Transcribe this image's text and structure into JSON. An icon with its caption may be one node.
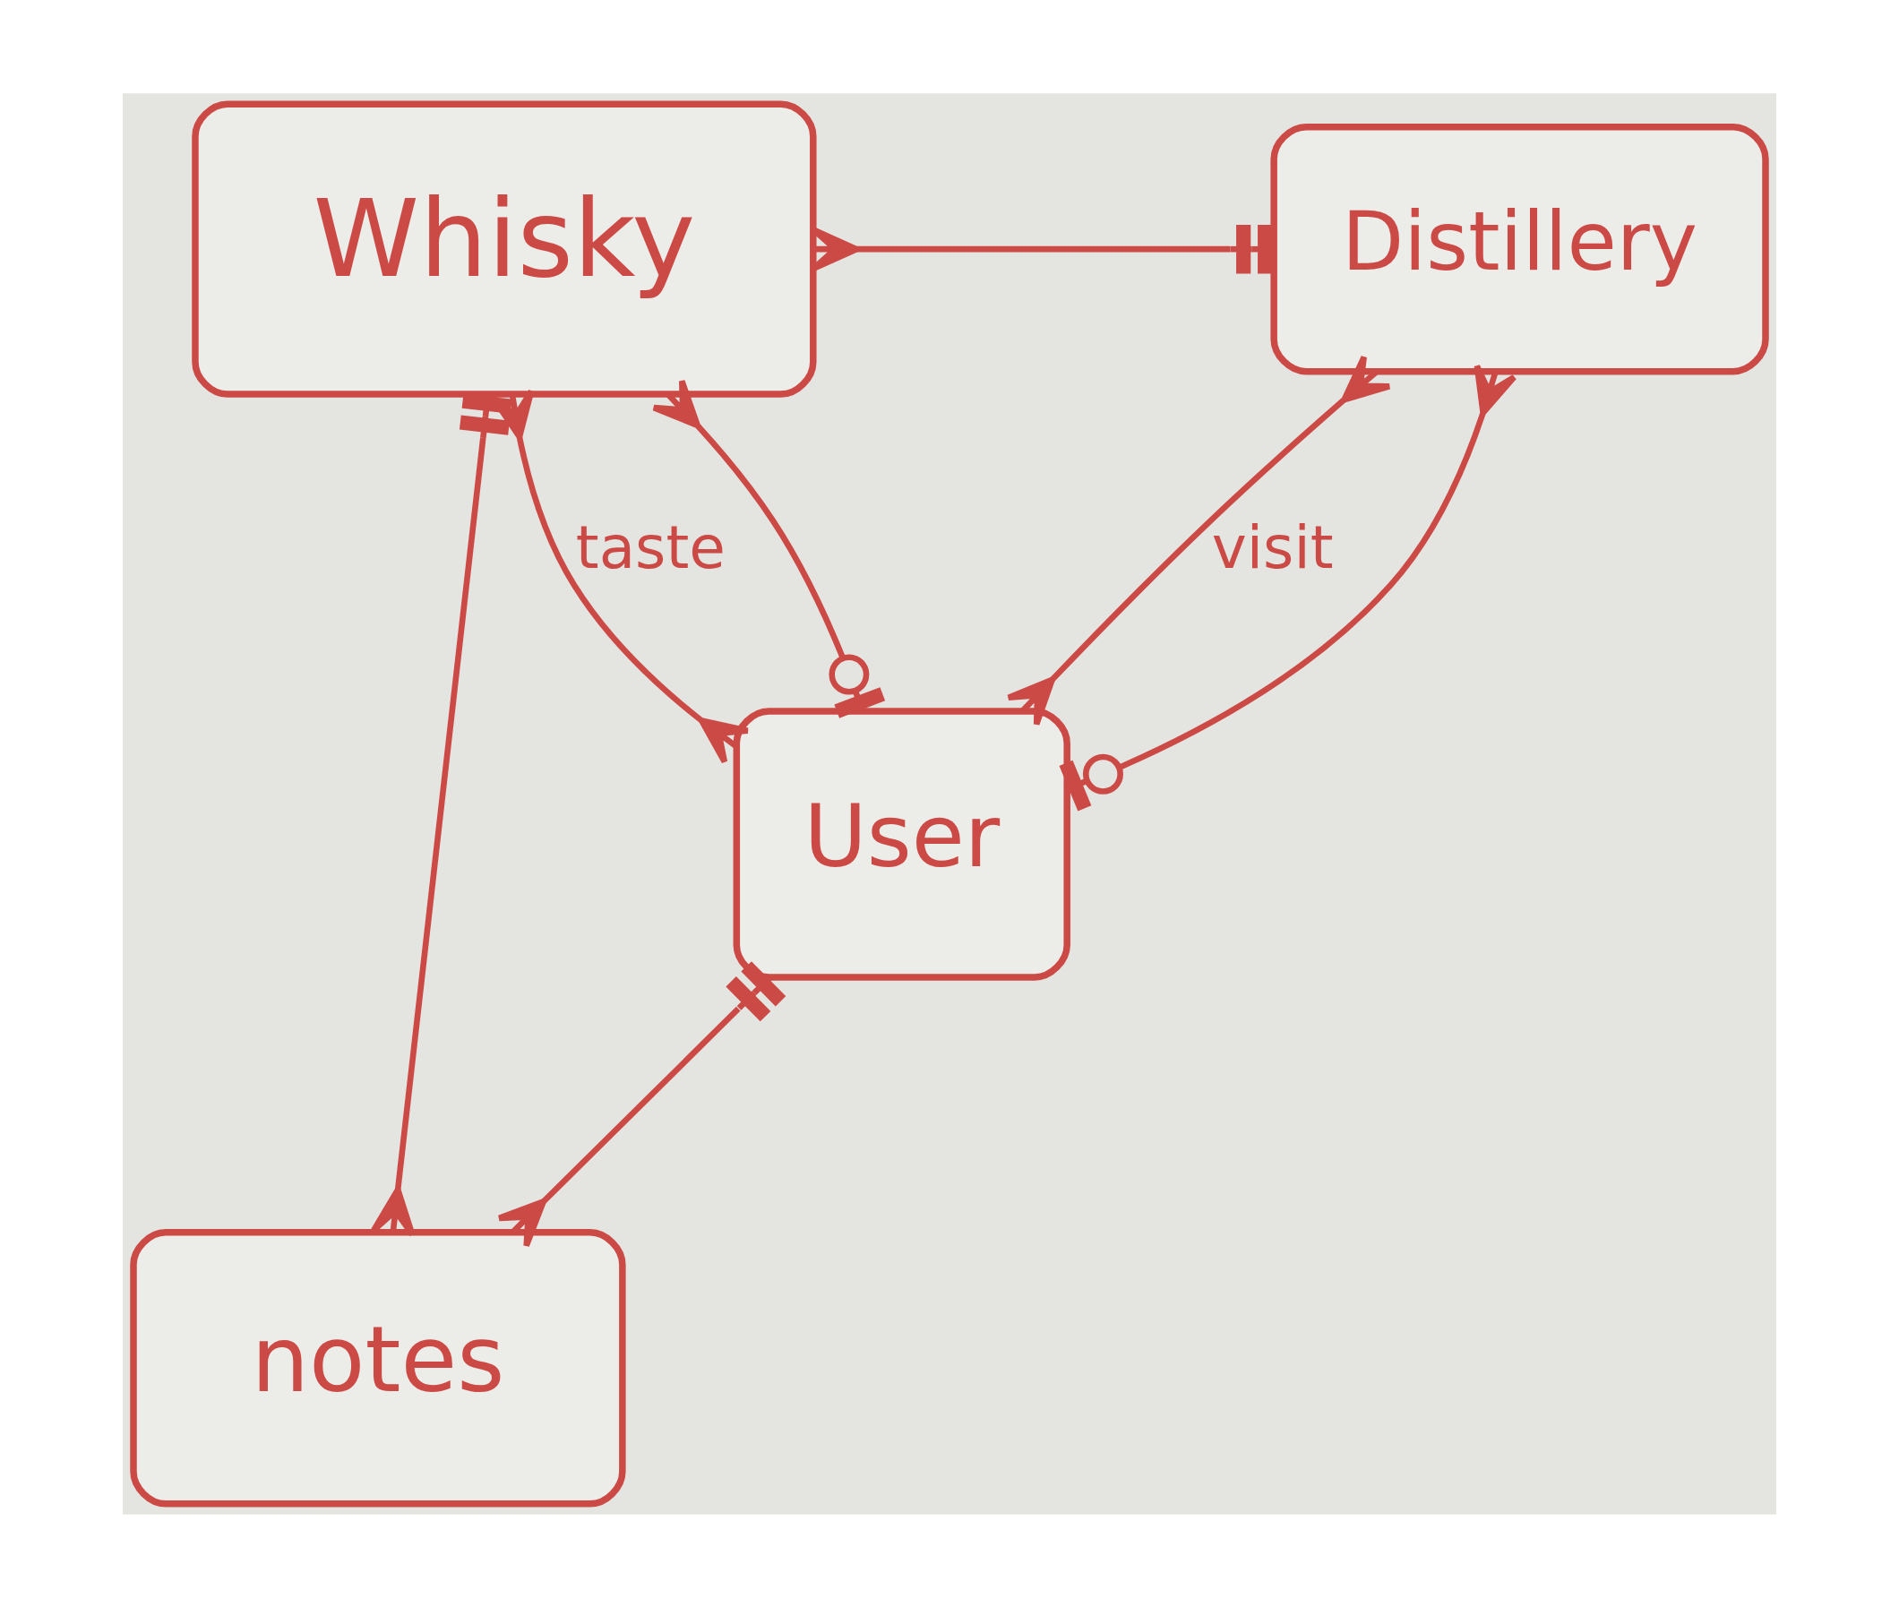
{
  "diagram": {
    "nodes": [
      {
        "text": [
          "Whisky"
        ]
      },
      {
        "text": [
          "Distillery"
        ]
      },
      {
        "text": [
          "User"
        ]
      },
      {
        "text": [
          "notes"
        ]
      }
    ],
    "edges": [
      {
        "from": 0,
        "to": 1,
        "arrow": "other"
      },
      {
        "from": 0,
        "to": 3,
        "arrow": "other"
      },
      {
        "from": 0,
        "to": 2,
        "arrow": "other",
        "label": "taste"
      },
      {
        "from": 0,
        "to": 2,
        "arrow": "other"
      },
      {
        "from": 1,
        "to": 2,
        "arrow": "other"
      },
      {
        "from": 1,
        "to": 2,
        "arrow": "other",
        "label": "visit"
      },
      {
        "from": 2,
        "to": 3,
        "arrow": "other"
      }
    ]
  }
}
